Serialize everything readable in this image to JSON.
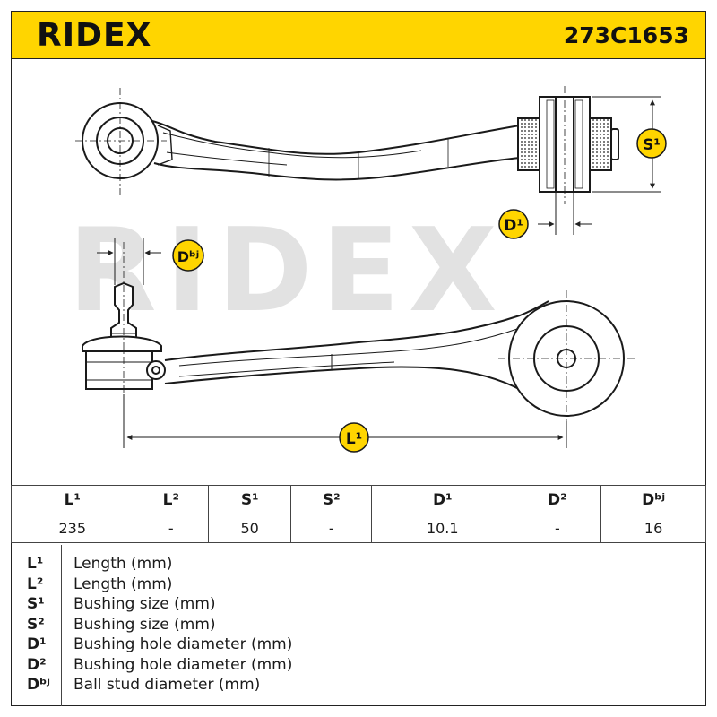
{
  "header": {
    "brand": "RIDEX",
    "part_number": "273C1653",
    "background_color": "#ffd500"
  },
  "drawing": {
    "watermark": "RIDEX",
    "callouts": {
      "s1": "S¹",
      "d1": "D¹",
      "dbj": "Dᵇʲ",
      "l1": "L¹"
    },
    "callout_color": "#ffd500"
  },
  "specs": {
    "headers": [
      "L¹",
      "L²",
      "S¹",
      "S²",
      "D¹",
      "D²",
      "Dᵇʲ"
    ],
    "values": [
      "235",
      "-",
      "50",
      "-",
      "10.1",
      "-",
      "16"
    ]
  },
  "legend": [
    {
      "key": "L¹",
      "text": "Length (mm)"
    },
    {
      "key": "L²",
      "text": "Length (mm)"
    },
    {
      "key": "S¹",
      "text": "Bushing size (mm)"
    },
    {
      "key": "S²",
      "text": "Bushing size (mm)"
    },
    {
      "key": "D¹",
      "text": "Bushing hole diameter (mm)"
    },
    {
      "key": "D²",
      "text": "Bushing hole diameter (mm)"
    },
    {
      "key": "Dᵇʲ",
      "text": "Ball stud diameter (mm)"
    }
  ]
}
